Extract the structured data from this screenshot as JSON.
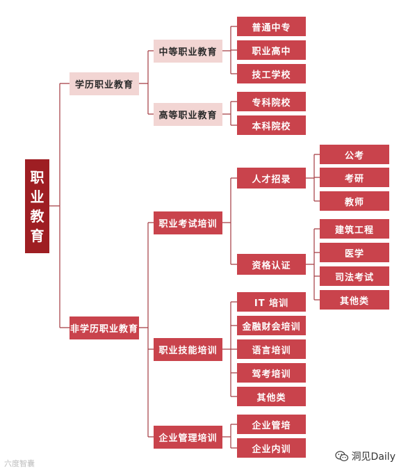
{
  "colors": {
    "root": "#9e1e23",
    "box": "#c9434c",
    "level1": "#f2d5d3",
    "line": "#a33a40"
  },
  "root": {
    "label": [
      "职",
      "业",
      "教",
      "育"
    ]
  },
  "academic": {
    "label": "学历职业教育",
    "secondary": {
      "label": "中等职业教育",
      "items": [
        "普通中专",
        "职业高中",
        "技工学校"
      ]
    },
    "higher": {
      "label": "高等职业教育",
      "items": [
        "专科院校",
        "本科院校"
      ]
    }
  },
  "nonacademic": {
    "label": "非学历职业教育",
    "exam": {
      "label": "职业考试培训",
      "recruit": {
        "label": "人才招录",
        "items": [
          "公考",
          "考研",
          "教师"
        ]
      },
      "cert": {
        "label": "资格认证",
        "items": [
          "建筑工程",
          "医学",
          "司法考试",
          "其他类"
        ]
      }
    },
    "skill": {
      "label": "职业技能培训",
      "items": [
        "IT 培训",
        "金融财会培训",
        "语言培训",
        "驾考培训",
        "其他类"
      ]
    },
    "mgmt": {
      "label": "企业管理培训",
      "items": [
        "企业管培",
        "企业内训"
      ]
    }
  },
  "watermark": {
    "left": "六度智囊",
    "right": "洞见Daily",
    "icon": "wechat-icon"
  }
}
